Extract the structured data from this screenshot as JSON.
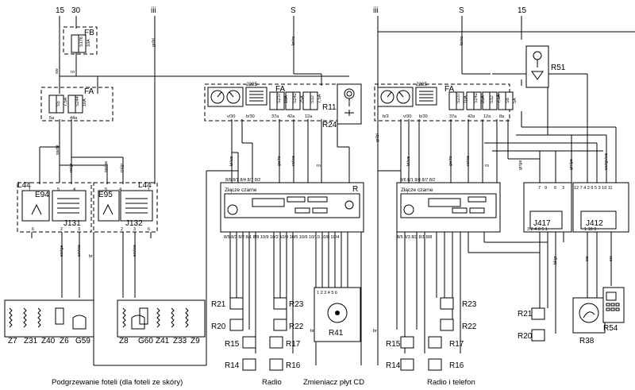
{
  "bus_labels": {
    "n15_left": "15",
    "n30_left": "30",
    "niii_left": "iii",
    "ns_mid": "S",
    "niii_right": "iii",
    "ns_right": "S",
    "n15_right": "15"
  },
  "fuse_blocks": {
    "fb_label": "FB",
    "s176": "S176",
    "s176_rating": "10A",
    "fa_left": "FA",
    "s5": "S5",
    "s5_rating": "7,5A",
    "s244": "S244",
    "s244_rating": "10A",
    "s5_pin": "5a",
    "s244_pin": "44a",
    "fa_mid": "FA",
    "s237_mid": "S237",
    "s237_mid_rating": "10A",
    "s242_mid": "S242",
    "s242_mid_rating": "25A",
    "s12_mid": "S12",
    "s12_mid_rating": "7,5A",
    "s237_mid_pin": "37a",
    "s242_mid_pin": "42a",
    "s12_mid_pin": "12a",
    "fa_right": "FA",
    "s237_right": "S237",
    "s237_right_rating": "10A",
    "s242_right": "S242",
    "s242_right_rating": "25A",
    "s12_right": "S12",
    "s12_right_rating": "7,5A",
    "s8_right": "S8",
    "s8_right_rating": "5A",
    "s237_right_pin": "37a",
    "s242_right_pin": "42a",
    "s12_right_pin": "12a",
    "s8_right_pin": "8a"
  },
  "components": {
    "j285_mid": "J285",
    "j285_right": "J285",
    "r11": "R11",
    "r24": "R24",
    "r51": "R51",
    "r_label": "R",
    "zlacze_mid": "Złącze czarne",
    "zlacze_right": "Złącze czarne",
    "l44_left": "L44",
    "l44_right": "L44",
    "e94": "E94",
    "e95": "E95",
    "j131": "J131",
    "j132": "J132",
    "j417": "J417",
    "j412": "J412",
    "r41": "R41",
    "r38": "R38",
    "r54": "R54",
    "r21_mid": "R21",
    "r20_mid": "R20",
    "r23_mid": "R23",
    "r22_mid": "R22",
    "r15_mid": "R15",
    "r17_mid": "R17",
    "r14_mid": "R14",
    "r16_mid": "R16",
    "r23_right": "R23",
    "r22_right": "R22",
    "r15_right": "R15",
    "r17_right": "R17",
    "r14_right": "R14",
    "r16_right": "R16",
    "r21_right": "R21",
    "r20_right": "R20",
    "z7": "Z7",
    "z31": "Z31",
    "z40": "Z40",
    "z6": "Z6",
    "g59": "G59",
    "z8": "Z8",
    "g60": "G60",
    "z41": "Z41",
    "z33": "Z33",
    "z9": "Z9"
  },
  "wire_colors": {
    "sw_a": "sw",
    "ro_a": "ro",
    "gr_bl": "gr/bl",
    "br_ro_mid": "br/ro",
    "br_ro_right": "br/ro",
    "sw_bl": "sw/bl",
    "ro_gr": "ro/gr",
    "sw_ge": "sw/ge",
    "ro_gr2": "ro/gr",
    "gr_bl_r": "gr/bl",
    "bl_ws": "bl/ws",
    "ge_ro": "ge/ro",
    "ro_ws": "ro/ws",
    "ro_mid": "ro",
    "ro_right": "ro",
    "bl_ws_r": "bl/ws",
    "ge_ro_r": "ge/ro",
    "ro_ws_r": "ro/ws",
    "gr_ge": "gr/ge",
    "gn_ge": "gn/ge",
    "sw_gr_ws": "sw/gr/ws",
    "bl_gr": "bl/gr",
    "sw_ws": "sw/ws",
    "sw_ws2": "sw/ws",
    "sw_ge2": "sw/ge",
    "br_l": "br",
    "br_m": "br",
    "br_r": "br",
    "ws": "ws",
    "sw_r": "sw",
    "v30": "v/30",
    "b30": "b/30",
    "b3": "b/3",
    "v30r": "v/30",
    "b30r": "b/30"
  },
  "pin_numbers": {
    "e94_1": "1",
    "e94_5": "5",
    "e94_4": "4",
    "e94_6": "6",
    "e94_2": "2",
    "e94_3": "3",
    "e95_5": "5",
    "e95_4": "4",
    "e95_1": "1",
    "e95_6": "6",
    "e95_2": "2",
    "e95_3": "3",
    "j417_7": "7",
    "j417_9": "9",
    "j417_6": "6",
    "j417_3": "3",
    "j412_top": "12 7 4 2 6 5 3 10 11",
    "j417_bot": "3 2 4 8 5 1",
    "j412_bot": "1 18 9",
    "r41_pins": "1 2 3 4 5 6",
    "mid_top_pins": "8/6 8/1 8/4 8/7 8/2",
    "right_top_pins": "8/6 8/1 8/4 8/7 8/2",
    "mid_bot_pins": "8/5 8/3 8/2 8/1 8/8 10/9 10/2 10/3 10/5 10/6 10/10 10/8 10/4",
    "right_bot_pins": "8/5 8/3 8/2 8/1 8/8"
  },
  "captions": {
    "seats": "Podgrzewanie foteli (dla foteli ze skóry)",
    "radio": "Radio",
    "cd": "Zmieniacz płyt CD",
    "radio_phone": "Radio i telefon"
  }
}
